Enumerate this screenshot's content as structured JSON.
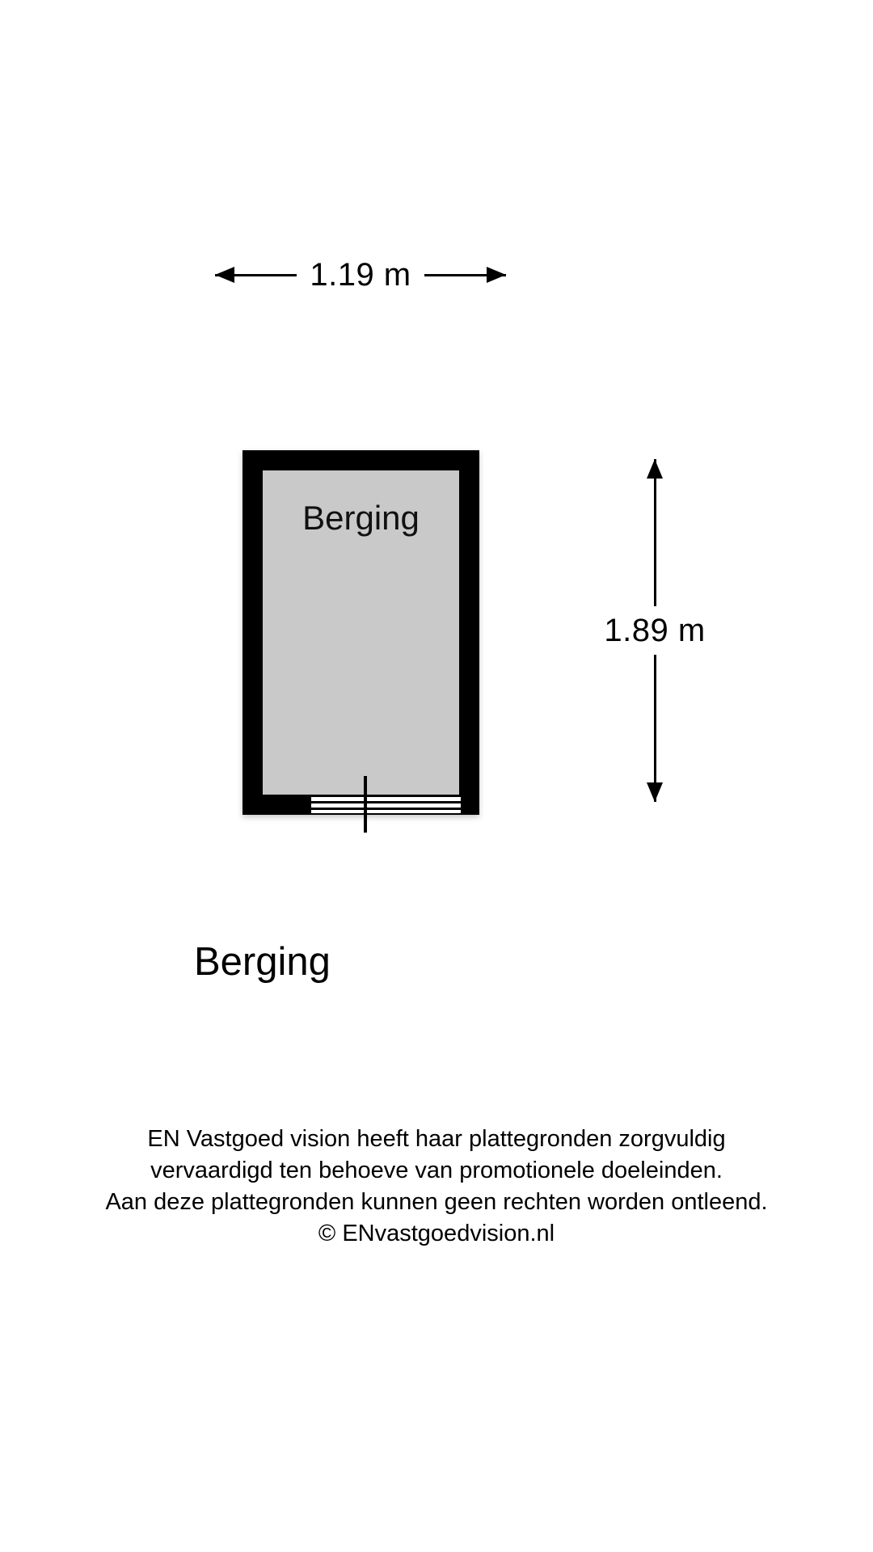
{
  "document": {
    "type": "floor-plan",
    "background_color": "#ffffff"
  },
  "plan": {
    "title": "Berging",
    "room": {
      "label": "Berging",
      "fill_color": "#c9c9c9",
      "wall_color": "#000000"
    },
    "openings": [
      {
        "kind": "window",
        "wall": "bottom",
        "symbol": "four-line-window"
      }
    ]
  },
  "dimensions": {
    "width": {
      "label": "1.19 m",
      "value": 1.19,
      "unit": "m",
      "orientation": "horizontal"
    },
    "height": {
      "label": "1.89 m",
      "value": 1.89,
      "unit": "m",
      "orientation": "vertical"
    }
  },
  "footer": {
    "line1": "EN Vastgoed vision heeft haar plattegronden zorgvuldig",
    "line2": "vervaardigd ten behoeve van promotionele doeleinden.",
    "line3": "Aan deze plattegronden kunnen geen rechten worden ontleend.",
    "line4": "© ENvastgoedvision.nl"
  }
}
